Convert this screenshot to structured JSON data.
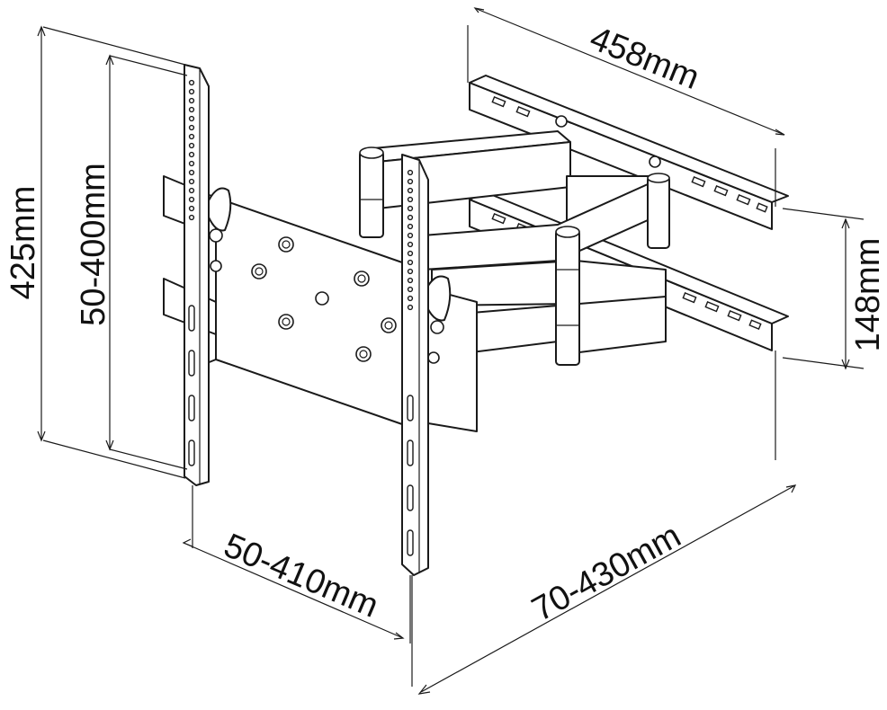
{
  "dimensions": {
    "wall_plate_width": "458mm",
    "wall_plate_height": "148mm",
    "overall_height": "425mm",
    "vertical_hole_range": "50-400mm",
    "horizontal_hole_range": "50-410mm",
    "wall_distance_range": "70-430mm"
  },
  "colors": {
    "line": "#1a1a1a",
    "background": "#ffffff"
  }
}
